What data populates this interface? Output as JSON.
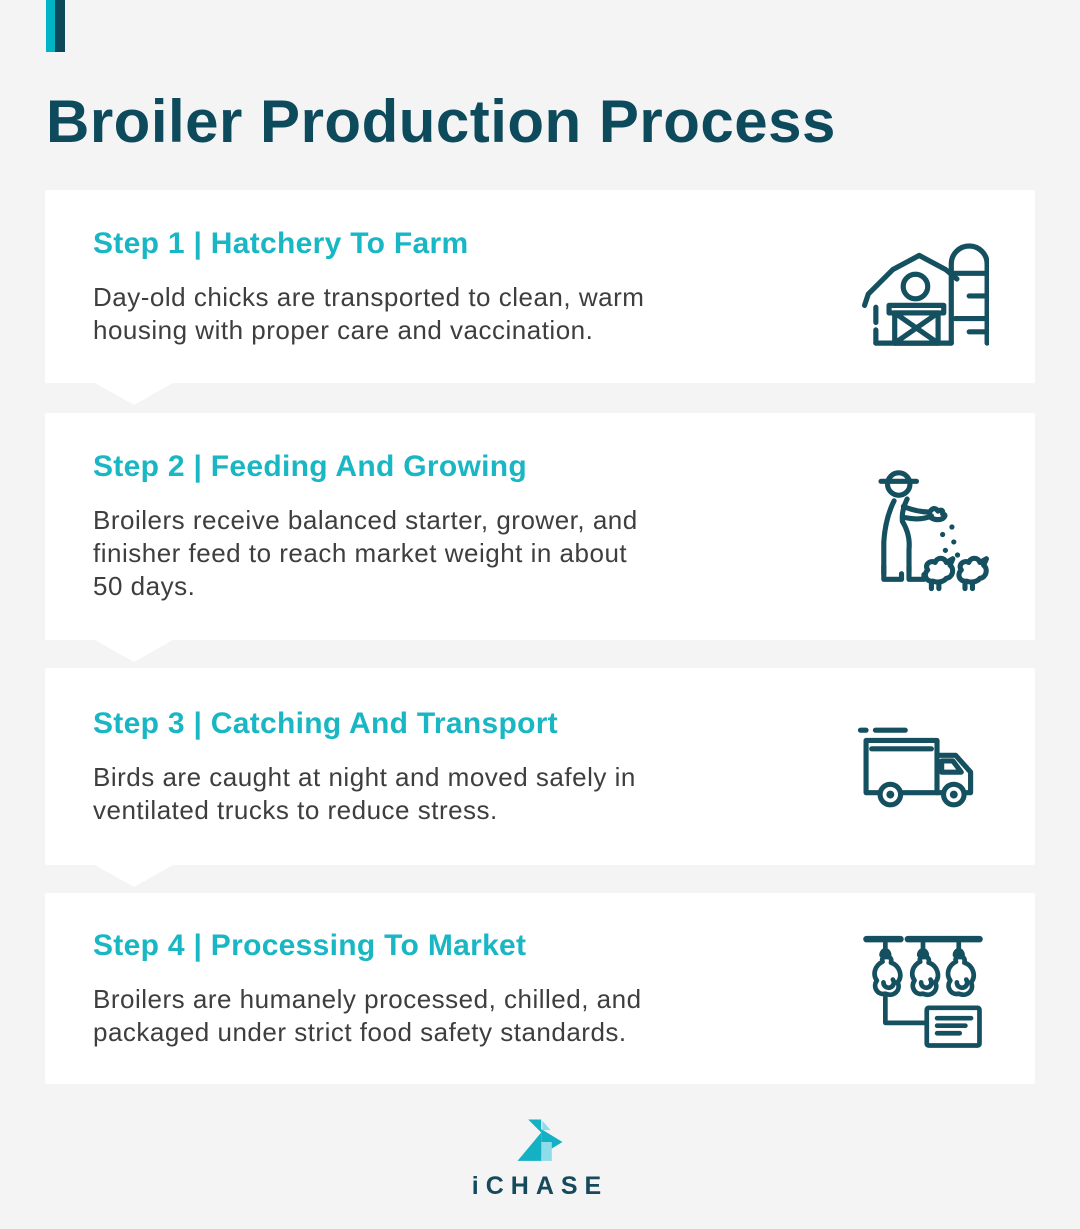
{
  "page": {
    "title": "Broiler Production Process"
  },
  "colors": {
    "background": "#f4f4f5",
    "card": "#ffffff",
    "title_dark_teal": "#0d4a5c",
    "step_heading_cyan": "#19b6c3",
    "body_text": "#3e3e3e",
    "icon_stroke": "#14505f",
    "accent_cyan": "#00b4c5",
    "accent_dark": "#0c4a59",
    "logo_teal": "#13b1c3",
    "logo_light_blue": "#8edbe9"
  },
  "steps": [
    {
      "title": "Step 1 | Hatchery To Farm",
      "body": "Day-old chicks are transported to clean, warm\nhousing with proper care and vaccination.",
      "icon": "barn-silo-icon"
    },
    {
      "title": "Step 2 | Feeding And Growing",
      "body": "Broilers receive balanced starter, grower, and\nfinisher feed to reach market weight in about\n50 days.",
      "icon": "farmer-feeding-chickens-icon"
    },
    {
      "title": "Step 3 | Catching And Transport",
      "body": "Birds are caught at night and moved safely in\nventilated trucks to reduce stress.",
      "icon": "delivery-truck-icon"
    },
    {
      "title": "Step 4 | Processing To Market",
      "body": "Broilers are humanely processed, chilled, and\npackaged under strict food safety standards.",
      "icon": "hanging-carcasses-label-icon"
    }
  ],
  "footer": {
    "brand": "iCHASE"
  }
}
